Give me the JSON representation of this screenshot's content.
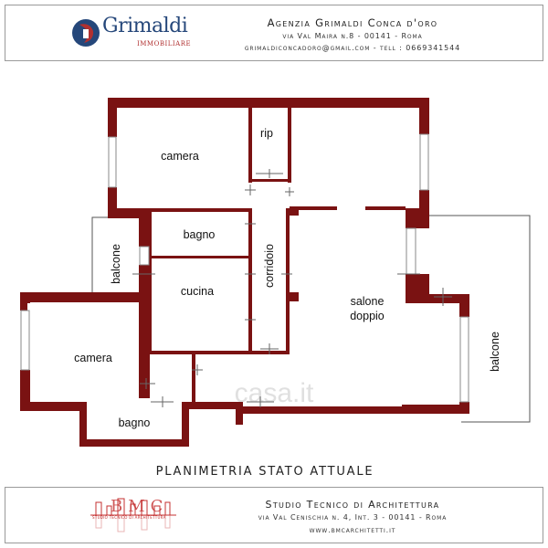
{
  "header": {
    "logo_name": "Grimaldi",
    "logo_sub": "IMMOBILIARE",
    "agency_name": "Agenzia Grimaldi Conca d'oro",
    "address": "via Val Maira n.8 - 00141 - Roma",
    "contacts": "grimaldiconcadoro@gmail.com - tell : 0669341544",
    "colors": {
      "logo_blue": "#25477a",
      "logo_red": "#b03030"
    }
  },
  "plan": {
    "title": "PLANIMETRIA STATO ATTUALE",
    "wall_color": "#7a1212",
    "rooms": {
      "camera_top": "camera",
      "rip": "rip",
      "bagno_mid": "bagno",
      "corridoio": "corridoio",
      "balcone_left": "balcone",
      "cucina": "cucina",
      "salone_line1": "salone",
      "salone_line2": "doppio",
      "camera_left": "camera",
      "bagno_low": "bagno",
      "balcone_right": "balcone"
    },
    "watermark": "casa.it"
  },
  "footer": {
    "studio_name": "Studio Tecnico di Architettura",
    "address": "via Val Cenischia n. 4, Int. 3 - 00141 - Roma",
    "website": "www.bmcarchitetti.it",
    "logo_text": "BMC",
    "logo_sub": "STUDIO TECNICO DI ARCHITETTURA",
    "colors": {
      "logo_red": "#c43030"
    }
  }
}
